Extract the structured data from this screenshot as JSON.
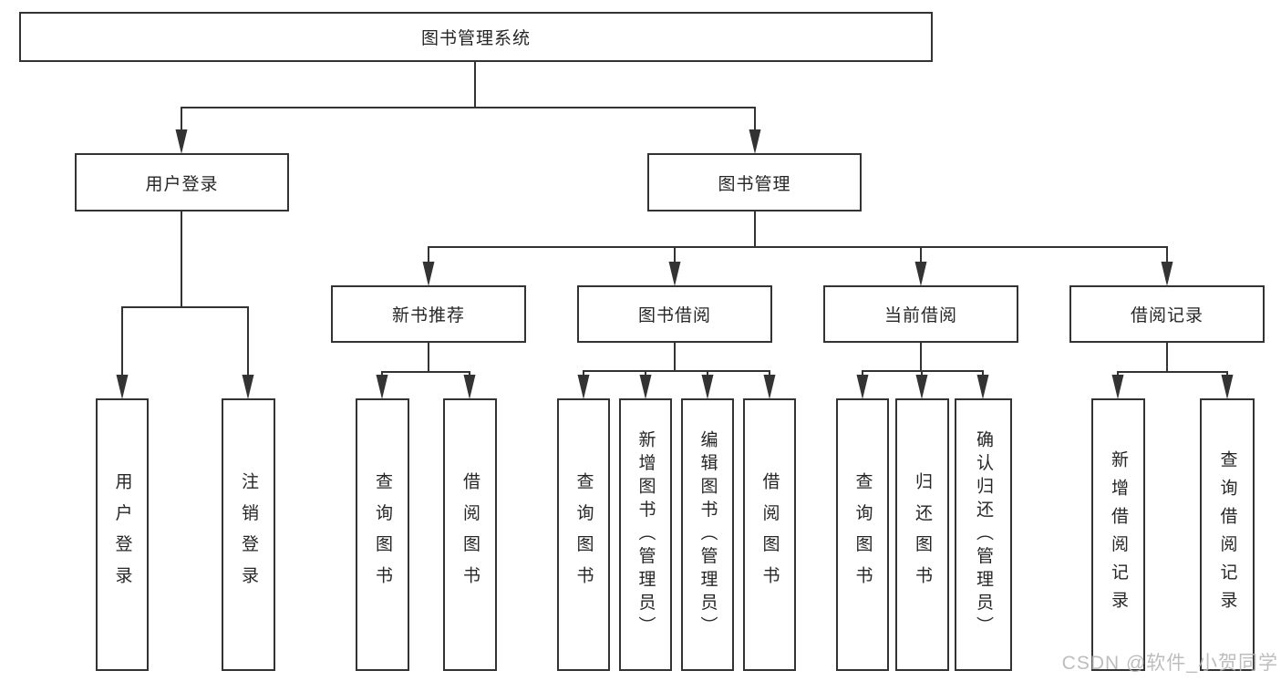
{
  "diagram": {
    "root": {
      "label": "图书管理系统"
    },
    "branches": {
      "user_login": {
        "label": "用户登录",
        "children": {
          "login": {
            "label": "用户登录"
          },
          "logout": {
            "label": "注销登录"
          }
        }
      },
      "book_mgmt": {
        "label": "图书管理",
        "children": {
          "new_books": {
            "label": "新书推荐",
            "children": {
              "query": {
                "label": "查询图书"
              },
              "borrow": {
                "label": "借阅图书"
              }
            }
          },
          "borrowing": {
            "label": "图书借阅",
            "children": {
              "query": {
                "label": "查询图书"
              },
              "add": {
                "label": "新增图书（管理员）"
              },
              "edit": {
                "label": "编辑图书（管理员）"
              },
              "borrow": {
                "label": "借阅图书"
              }
            }
          },
          "current": {
            "label": "当前借阅",
            "children": {
              "query": {
                "label": "查询图书"
              },
              "return": {
                "label": "归还图书"
              },
              "confirm": {
                "label": "确认归还（管理员）"
              }
            }
          },
          "records": {
            "label": "借阅记录",
            "children": {
              "add": {
                "label": "新增借阅记录"
              },
              "query": {
                "label": "查询借阅记录"
              }
            }
          }
        }
      }
    }
  },
  "watermark": {
    "text": "CSDN @软件_小贺同学"
  },
  "colors": {
    "line": "#333333",
    "box_border": "#333333",
    "text": "#262626",
    "watermark": "#b5b5b5",
    "background": "#ffffff"
  }
}
